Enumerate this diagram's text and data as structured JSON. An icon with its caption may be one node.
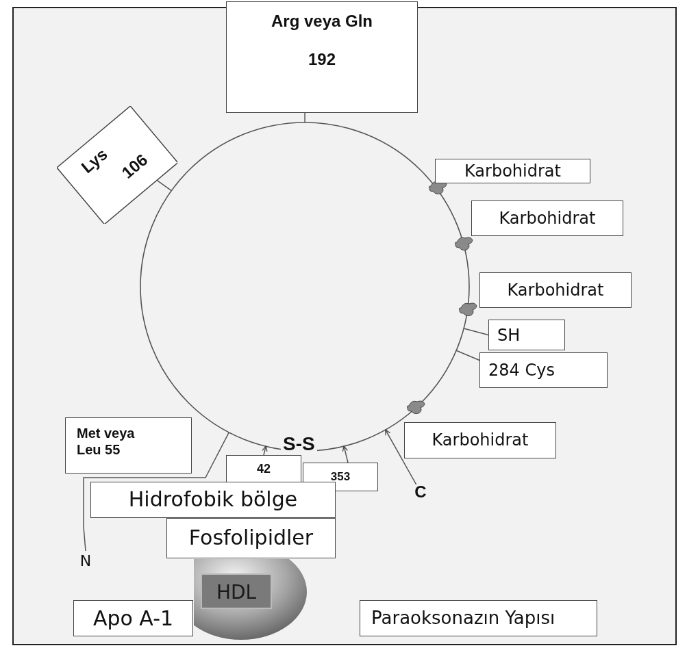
{
  "diagram": {
    "nodes": [
      {
        "text": [
          "Arg veya Gln",
          "192"
        ]
      },
      {
        "text": [
          "Lys",
          "106"
        ]
      },
      {
        "text": [],
        "shape": "circle"
      },
      {
        "text": [
          "Karbohidrat"
        ]
      },
      {
        "text": [
          "Karbohidrat"
        ]
      },
      {
        "text": [
          "Karbohidrat"
        ]
      },
      {
        "text": [
          "SH"
        ]
      },
      {
        "text": [
          "284 Cys"
        ]
      },
      {
        "text": [
          "Karbohidrat"
        ]
      },
      {
        "text": [
          "Met veya Leu 55"
        ]
      },
      {
        "text": [
          "42"
        ]
      },
      {
        "text": [
          "353"
        ]
      },
      {
        "text": [
          "C"
        ]
      },
      {
        "text": [
          "Hidrofobik bölge"
        ]
      },
      {
        "text": [
          "Fosfolipidler"
        ]
      },
      {
        "text": [
          "N"
        ]
      },
      {
        "text": [],
        "shape": "ellipse"
      },
      {
        "text": [
          "HDL"
        ],
        "in": 16
      },
      {
        "text": [
          "Apo A-1"
        ]
      },
      {
        "text": [
          "Paraoksonazın Yapısı"
        ]
      }
    ],
    "edges": [
      {
        "from": 0,
        "to": 2,
        "arrow": "none"
      },
      {
        "from": 1,
        "to": 2,
        "arrow": "none"
      },
      {
        "from": 6,
        "to": 2,
        "arrow": "none"
      },
      {
        "from": 7,
        "to": 2,
        "arrow": "none"
      },
      {
        "from": 10,
        "to": 2,
        "arrow": "to"
      },
      {
        "from": 11,
        "to": 2,
        "arrow": "to"
      },
      {
        "from": 12,
        "to": 2,
        "arrow": "to"
      },
      {
        "from": 15,
        "to": 2,
        "arrow": "none"
      }
    ],
    "labels": [
      "S-S"
    ]
  }
}
